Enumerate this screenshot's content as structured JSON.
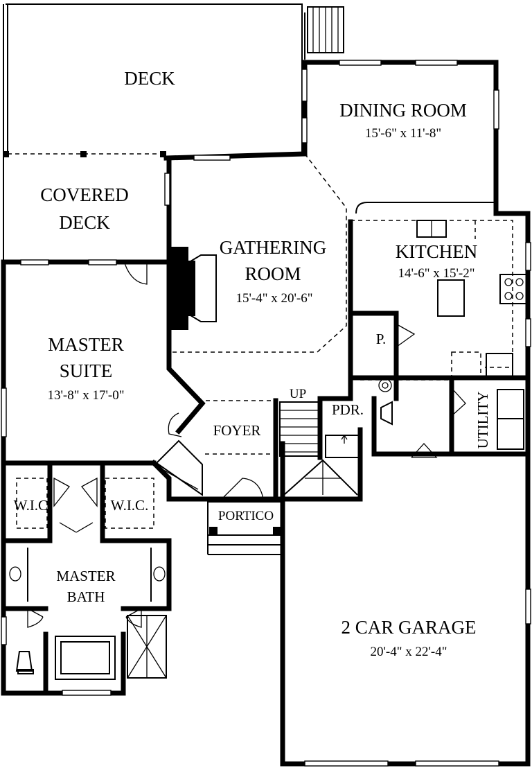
{
  "rooms": {
    "deck": {
      "name": "DECK"
    },
    "covered_deck": {
      "line1": "COVERED",
      "line2": "DECK"
    },
    "dining_room": {
      "name": "DINING ROOM",
      "dims": "15'-6\" x 11'-8\""
    },
    "gathering_room": {
      "line1": "GATHERING",
      "line2": "ROOM",
      "dims": "15'-4\" x 20'-6\""
    },
    "kitchen": {
      "name": "KITCHEN",
      "dims": "14'-6\" x 15'-2\""
    },
    "pantry": {
      "name": "P."
    },
    "master_suite": {
      "line1": "MASTER",
      "line2": "SUITE",
      "dims": "13'-8\" x 17'-0\""
    },
    "foyer": {
      "name": "FOYER"
    },
    "powder": {
      "name": "PDR."
    },
    "utility": {
      "name": "UTILITY"
    },
    "wic_left": {
      "name": "W.I.C."
    },
    "wic_right": {
      "name": "W.I.C."
    },
    "portico": {
      "name": "PORTICO"
    },
    "master_bath": {
      "line1": "MASTER",
      "line2": "BATH"
    },
    "garage": {
      "name": "2 CAR GARAGE",
      "dims": "20'-4\" x 22'-4\""
    }
  },
  "stairs": {
    "up_label": "UP"
  }
}
